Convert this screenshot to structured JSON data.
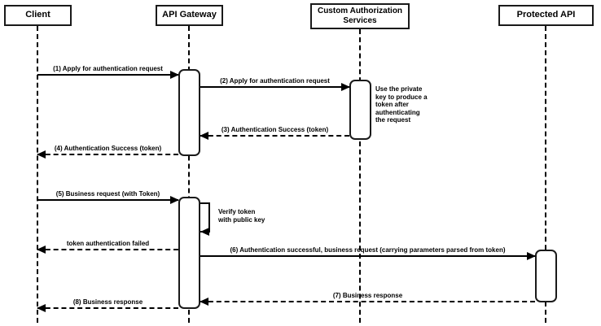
{
  "diagram": {
    "kind": "sequence-diagram",
    "colors": {
      "stroke": "#000000",
      "fill": "#ffffff",
      "text": "#000000"
    }
  },
  "participants": [
    {
      "id": "client",
      "label": "Client"
    },
    {
      "id": "api-gateway",
      "label": "API Gateway"
    },
    {
      "id": "custom-auth-services",
      "label": "Custom Authorization\nServices"
    },
    {
      "id": "protected-api",
      "label": "Protected API"
    }
  ],
  "messages": [
    {
      "label": "(1) Apply for authentication request",
      "from": "client",
      "to": "api-gateway",
      "line": "solid"
    },
    {
      "label": "(2) Apply for authentication request",
      "from": "api-gateway",
      "to": "custom-auth-services",
      "line": "solid"
    },
    {
      "label": "(3) Authentication Success (token)",
      "from": "custom-auth-services",
      "to": "api-gateway",
      "line": "dashed"
    },
    {
      "label": "(4) Authentication Success (token)",
      "from": "api-gateway",
      "to": "client",
      "line": "dashed"
    },
    {
      "label": "(5) Business request (with Token)",
      "from": "client",
      "to": "api-gateway",
      "line": "solid"
    },
    {
      "label": "Verify token\nwith public key",
      "from": "api-gateway",
      "to": "api-gateway",
      "line": "solid",
      "self": true
    },
    {
      "label": "token authentication failed",
      "from": "api-gateway",
      "to": "client",
      "line": "dashed"
    },
    {
      "label": "(6) Authentication successful, business request (carrying parameters parsed from token)",
      "from": "api-gateway",
      "to": "protected-api",
      "line": "solid"
    },
    {
      "label": "(7) Business response",
      "from": "protected-api",
      "to": "api-gateway",
      "line": "dashed"
    },
    {
      "label": "(8) Business response",
      "from": "api-gateway",
      "to": "client",
      "line": "dashed"
    }
  ],
  "notes": [
    {
      "text": "Use the private\nkey to produce a\ntoken after\nauthenticating\nthe request",
      "anchor": "custom-auth-services"
    }
  ]
}
